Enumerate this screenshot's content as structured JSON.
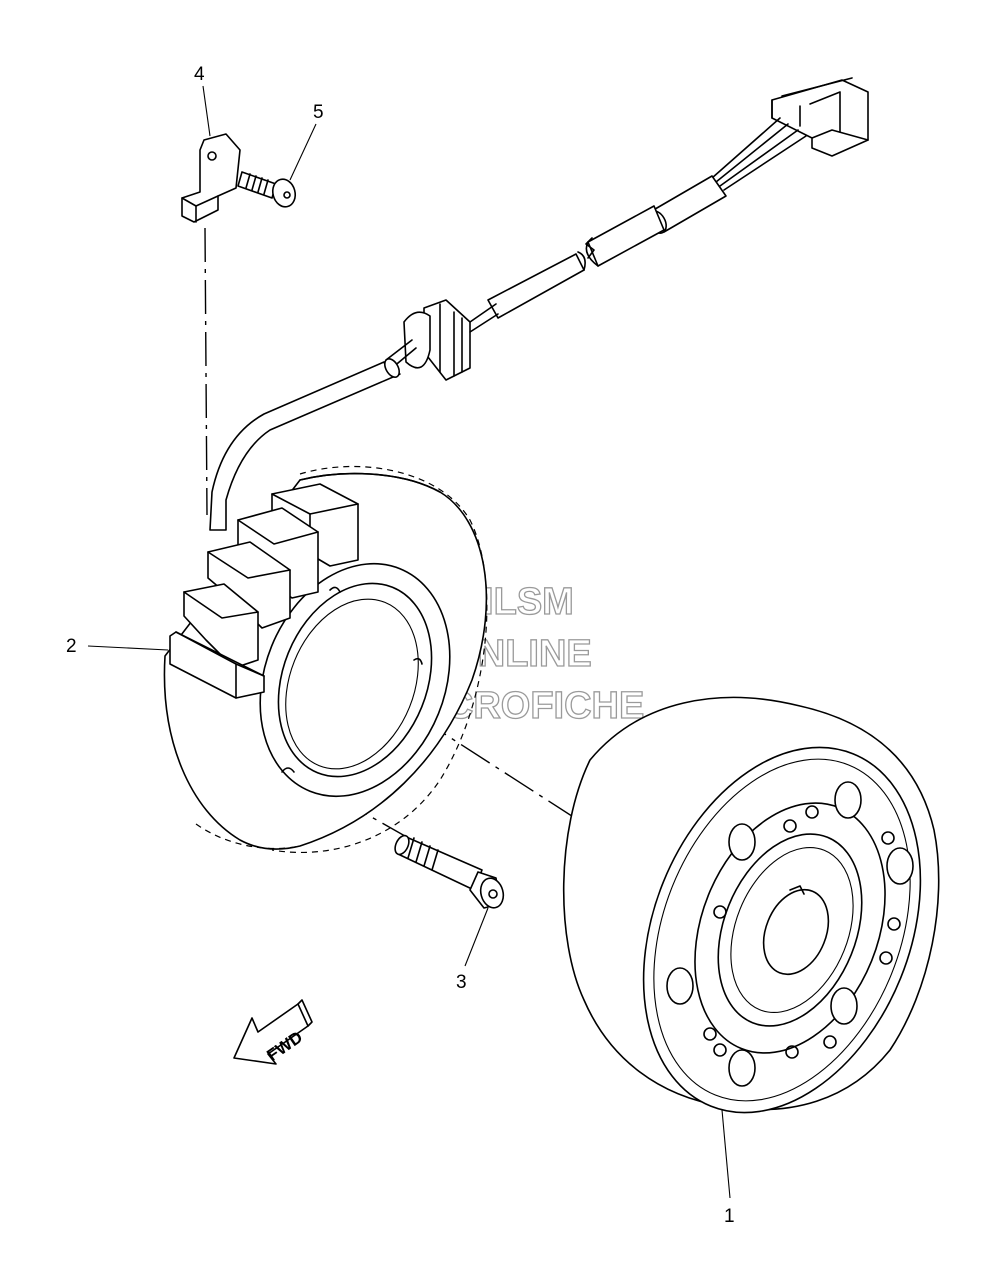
{
  "callouts": [
    {
      "id": "1",
      "label": "1"
    },
    {
      "id": "2",
      "label": "2"
    },
    {
      "id": "3",
      "label": "3"
    },
    {
      "id": "4",
      "label": "4"
    },
    {
      "id": "5",
      "label": "5"
    }
  ],
  "direction_arrow": {
    "label": "FWD"
  },
  "watermark": {
    "line1": "HLSM",
    "line2": "ONLINE",
    "line3": "MICROFICHE"
  }
}
